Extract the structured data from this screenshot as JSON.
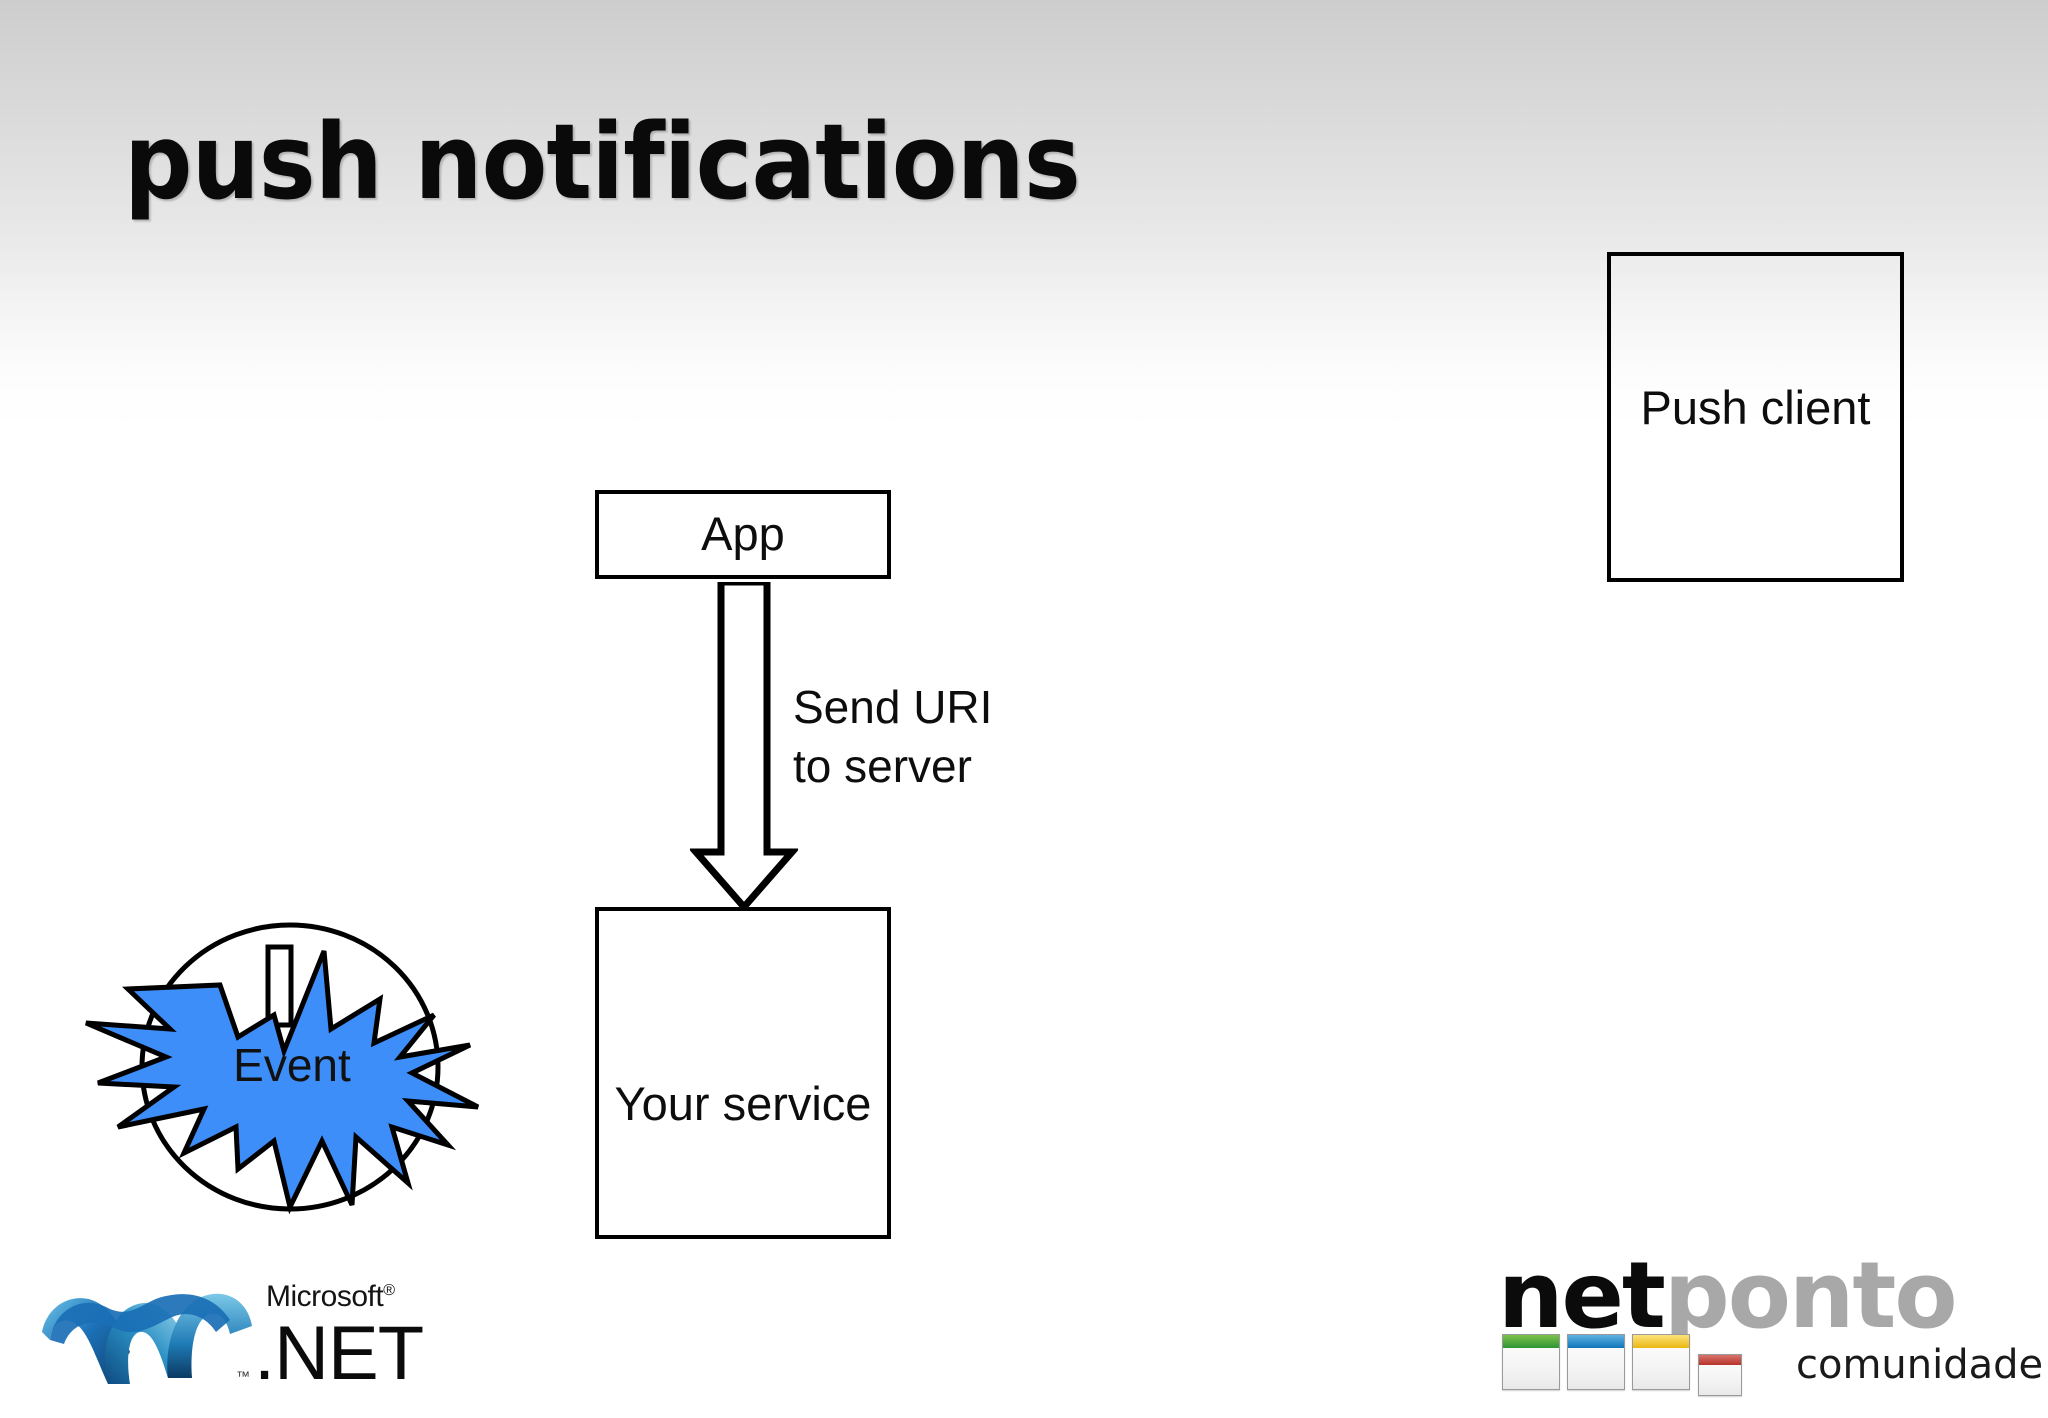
{
  "slide": {
    "title": "push notifications",
    "background": {
      "top_color": "#cdcdcd",
      "bottom_color": "#ffffff"
    }
  },
  "diagram": {
    "boxes": [
      {
        "id": "push-client",
        "label": "Push client"
      },
      {
        "id": "app",
        "label": "App"
      },
      {
        "id": "your-service",
        "label": "Your service"
      }
    ],
    "arrows": [
      {
        "id": "send-uri",
        "from": "app",
        "to": "your-service",
        "direction": "down",
        "label_line1": "Send URI",
        "label_line2": "to server"
      }
    ],
    "event": {
      "label": "Event",
      "shape": "explosion-burst",
      "fill_color": "#3d8ef8",
      "outline_color": "#000000"
    }
  },
  "logos": {
    "dotnet": {
      "microsoft_text": "Microsoft",
      "registered_mark": "®",
      "net_text": ".NET",
      "tm_mark": "™",
      "swoosh_color": "#1a6fb5"
    },
    "netponto": {
      "net_text": "net",
      "ponto_text": "ponto",
      "tagline": "comunidade",
      "squares": [
        {
          "name": "green-square",
          "color": "#43a63c"
        },
        {
          "name": "blue-square",
          "color": "#1f84c8"
        },
        {
          "name": "yellow-square",
          "color": "#f0c421"
        },
        {
          "name": "red-square",
          "color": "#c0392b"
        }
      ]
    }
  }
}
